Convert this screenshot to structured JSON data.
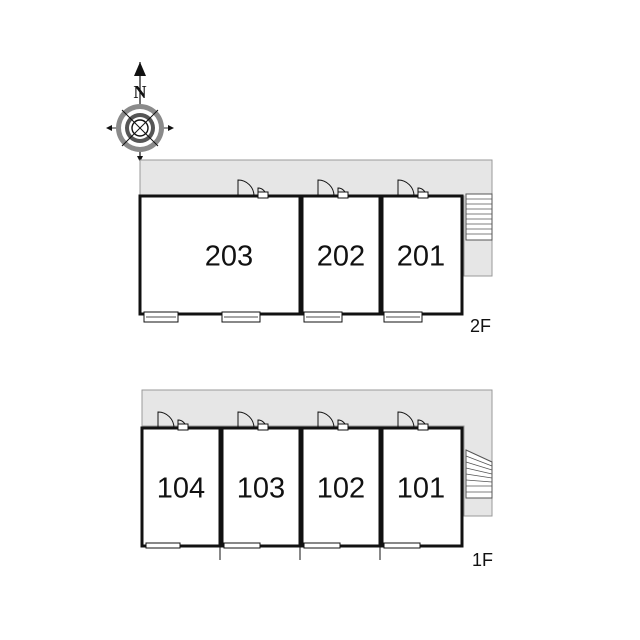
{
  "compass": {
    "label": "N",
    "icon": "north-compass-icon"
  },
  "floors": [
    {
      "floor_label": "2F",
      "units": [
        "203",
        "202",
        "201"
      ]
    },
    {
      "floor_label": "1F",
      "units": [
        "104",
        "103",
        "102",
        "101"
      ]
    }
  ],
  "colors": {
    "corridor": "#e6e6e6",
    "wall": "#111111",
    "background": "#ffffff"
  }
}
